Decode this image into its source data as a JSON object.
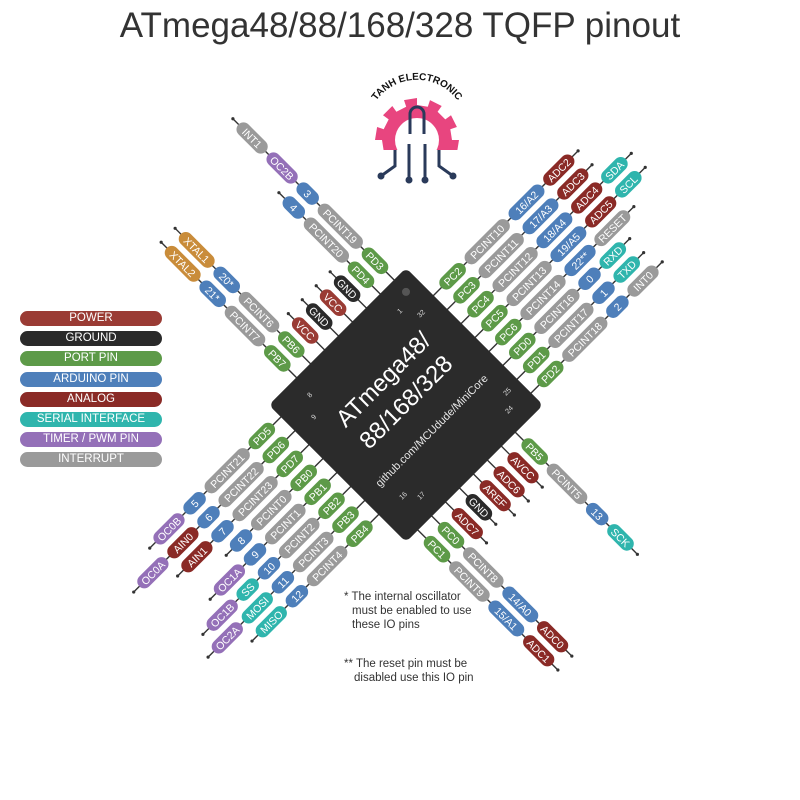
{
  "title": "ATmega48/88/168/328 TQFP pinout",
  "logo": {
    "text": "TANH ELECTRONIC",
    "gear_color": "#e8457f"
  },
  "chip": {
    "label_line1": "ATmega48/",
    "label_line2": "88/168/328",
    "url": "github.com/MCUdude/MiniCore",
    "pin_numbers": [
      "1",
      "8",
      "9",
      "16",
      "17",
      "24",
      "25",
      "32"
    ]
  },
  "colors": {
    "power": "#9a3b34",
    "ground": "#2a2a2a",
    "port": "#5d9a48",
    "arduino": "#4e7fba",
    "analog": "#8a2a26",
    "serial": "#2fb5ad",
    "timer": "#9470b8",
    "interrupt": "#9a9a9a",
    "xtal": "#c98c3a",
    "pin_line": "#333333",
    "chip_body": "#2b2b2b"
  },
  "legend": [
    {
      "label": "POWER",
      "color": "#9a3b34"
    },
    {
      "label": "GROUND",
      "color": "#2a2a2a"
    },
    {
      "label": "PORT PIN",
      "color": "#5d9a48"
    },
    {
      "label": "ARDUINO PIN",
      "color": "#4e7fba"
    },
    {
      "label": "ANALOG",
      "color": "#8a2a26"
    },
    {
      "label": "SERIAL INTERFACE",
      "color": "#2fb5ad"
    },
    {
      "label": "TIMER / PWM PIN",
      "color": "#9470b8"
    },
    {
      "label": "INTERRUPT",
      "color": "#9a9a9a"
    }
  ],
  "notes": {
    "note1": [
      "* The internal oscillator",
      "must be enabled to use",
      "these IO pins"
    ],
    "note2": [
      "** The reset pin must be",
      "disabled use this IO pin"
    ]
  },
  "pins": {
    "upper_left": [
      [
        {
          "t": "PD3",
          "c": "port"
        },
        {
          "t": "PCINT19",
          "c": "interrupt"
        },
        {
          "t": "3",
          "c": "arduino"
        },
        {
          "t": "OC2B",
          "c": "timer"
        },
        {
          "t": "INT1",
          "c": "interrupt"
        }
      ],
      [
        {
          "t": "PD4",
          "c": "port"
        },
        {
          "t": "PCINT20",
          "c": "interrupt"
        },
        {
          "t": "4",
          "c": "arduino"
        }
      ],
      [
        {
          "t": "GND",
          "c": "ground"
        }
      ],
      [
        {
          "t": "VCC",
          "c": "power"
        }
      ],
      [
        {
          "t": "GND",
          "c": "ground"
        }
      ],
      [
        {
          "t": "VCC",
          "c": "power"
        }
      ],
      [
        {
          "t": "PB6",
          "c": "port"
        },
        {
          "t": "PCINT6",
          "c": "interrupt"
        },
        {
          "t": "20*",
          "c": "arduino"
        },
        {
          "t": "XTAL1",
          "c": "xtal"
        }
      ],
      [
        {
          "t": "PB7",
          "c": "port"
        },
        {
          "t": "PCINT7",
          "c": "interrupt"
        },
        {
          "t": "21*",
          "c": "arduino"
        },
        {
          "t": "XTAL2",
          "c": "xtal"
        }
      ]
    ],
    "upper_right": [
      [
        {
          "t": "PD2",
          "c": "port"
        },
        {
          "t": "PCINT18",
          "c": "interrupt"
        },
        {
          "t": "2",
          "c": "arduino"
        },
        {
          "t": "INT0",
          "c": "interrupt"
        }
      ],
      [
        {
          "t": "PD1",
          "c": "port"
        },
        {
          "t": "PCINT17",
          "c": "interrupt"
        },
        {
          "t": "1",
          "c": "arduino"
        },
        {
          "t": "TXD",
          "c": "serial"
        }
      ],
      [
        {
          "t": "PD0",
          "c": "port"
        },
        {
          "t": "PCINT16",
          "c": "interrupt"
        },
        {
          "t": "0",
          "c": "arduino"
        },
        {
          "t": "RXD",
          "c": "serial"
        }
      ],
      [
        {
          "t": "PC6",
          "c": "port"
        },
        {
          "t": "PCINT14",
          "c": "interrupt"
        },
        {
          "t": "22**",
          "c": "arduino"
        },
        {
          "t": "RESET",
          "c": "interrupt"
        }
      ],
      [
        {
          "t": "PC5",
          "c": "port"
        },
        {
          "t": "PCINT13",
          "c": "interrupt"
        },
        {
          "t": "19/A5",
          "c": "arduino"
        },
        {
          "t": "ADC5",
          "c": "analog"
        },
        {
          "t": "SCL",
          "c": "serial"
        }
      ],
      [
        {
          "t": "PC4",
          "c": "port"
        },
        {
          "t": "PCINT12",
          "c": "interrupt"
        },
        {
          "t": "18/A4",
          "c": "arduino"
        },
        {
          "t": "ADC4",
          "c": "analog"
        },
        {
          "t": "SDA",
          "c": "serial"
        }
      ],
      [
        {
          "t": "PC3",
          "c": "port"
        },
        {
          "t": "PCINT11",
          "c": "interrupt"
        },
        {
          "t": "17/A3",
          "c": "arduino"
        },
        {
          "t": "ADC3",
          "c": "analog"
        }
      ],
      [
        {
          "t": "PC2",
          "c": "port"
        },
        {
          "t": "PCINT10",
          "c": "interrupt"
        },
        {
          "t": "16/A2",
          "c": "arduino"
        },
        {
          "t": "ADC2",
          "c": "analog"
        }
      ]
    ],
    "lower_left": [
      [
        {
          "t": "PD5",
          "c": "port"
        },
        {
          "t": "PCINT21",
          "c": "interrupt"
        },
        {
          "t": "5",
          "c": "arduino"
        },
        {
          "t": "OC0B",
          "c": "timer"
        }
      ],
      [
        {
          "t": "PD6",
          "c": "port"
        },
        {
          "t": "PCINT22",
          "c": "interrupt"
        },
        {
          "t": "6",
          "c": "arduino"
        },
        {
          "t": "AIN0",
          "c": "analog"
        },
        {
          "t": "OC0A",
          "c": "timer"
        }
      ],
      [
        {
          "t": "PD7",
          "c": "port"
        },
        {
          "t": "PCINT23",
          "c": "interrupt"
        },
        {
          "t": "7",
          "c": "arduino"
        },
        {
          "t": "AIN1",
          "c": "analog"
        }
      ],
      [
        {
          "t": "PB0",
          "c": "port"
        },
        {
          "t": "PCINT0",
          "c": "interrupt"
        },
        {
          "t": "8",
          "c": "arduino"
        }
      ],
      [
        {
          "t": "PB1",
          "c": "port"
        },
        {
          "t": "PCINT1",
          "c": "interrupt"
        },
        {
          "t": "9",
          "c": "arduino"
        },
        {
          "t": "OC1A",
          "c": "timer"
        }
      ],
      [
        {
          "t": "PB2",
          "c": "port"
        },
        {
          "t": "PCINT2",
          "c": "interrupt"
        },
        {
          "t": "10",
          "c": "arduino"
        },
        {
          "t": "SS",
          "c": "serial"
        },
        {
          "t": "OC1B",
          "c": "timer"
        }
      ],
      [
        {
          "t": "PB3",
          "c": "port"
        },
        {
          "t": "PCINT3",
          "c": "interrupt"
        },
        {
          "t": "11",
          "c": "arduino"
        },
        {
          "t": "MOSI",
          "c": "serial"
        },
        {
          "t": "OC2A",
          "c": "timer"
        }
      ],
      [
        {
          "t": "PB4",
          "c": "port"
        },
        {
          "t": "PCINT4",
          "c": "interrupt"
        },
        {
          "t": "12",
          "c": "arduino"
        },
        {
          "t": "MISO",
          "c": "serial"
        }
      ]
    ],
    "lower_right": [
      [
        {
          "t": "PC1",
          "c": "port"
        },
        {
          "t": "PCINT9",
          "c": "interrupt"
        },
        {
          "t": "15/A1",
          "c": "arduino"
        },
        {
          "t": "ADC1",
          "c": "analog"
        }
      ],
      [
        {
          "t": "PC0",
          "c": "port"
        },
        {
          "t": "PCINT8",
          "c": "interrupt"
        },
        {
          "t": "14/A0",
          "c": "arduino"
        },
        {
          "t": "ADC0",
          "c": "analog"
        }
      ],
      [
        {
          "t": "ADC7",
          "c": "analog"
        }
      ],
      [
        {
          "t": "GND",
          "c": "ground"
        }
      ],
      [
        {
          "t": "AREF",
          "c": "analog"
        }
      ],
      [
        {
          "t": "ADC6",
          "c": "analog"
        }
      ],
      [
        {
          "t": "AVCC",
          "c": "analog"
        }
      ],
      [
        {
          "t": "PB5",
          "c": "port"
        },
        {
          "t": "PCINT5",
          "c": "interrupt"
        },
        {
          "t": "13",
          "c": "arduino"
        },
        {
          "t": "SCK",
          "c": "serial"
        }
      ]
    ]
  }
}
